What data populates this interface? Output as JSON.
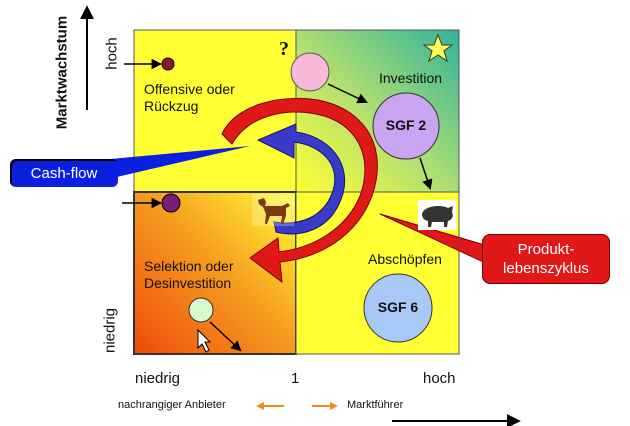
{
  "y_axis": {
    "title": "Marktwachstum",
    "high": "hoch",
    "low": "niedrig"
  },
  "x_axis": {
    "low": "niedrig",
    "mid": "1",
    "high": "hoch",
    "left_note": "nachrangiger Anbieter",
    "right_note": "Marktführer"
  },
  "quadrants": {
    "top_left": {
      "label_line1": "Offensive oder",
      "label_line2": "Rückzug",
      "symbol": "?"
    },
    "top_right": {
      "label": "Investition",
      "symbol": "star"
    },
    "bottom_left": {
      "label_line1": "Selektion oder",
      "label_line2": "Desinvestition",
      "symbol": "dog"
    },
    "bottom_right": {
      "label": "Abschöpfen",
      "symbol": "pig"
    }
  },
  "circles": [
    {
      "label": "SGF 2",
      "color": "#c9a4f0"
    },
    {
      "label": "SGF 6",
      "color": "#a8c8f8"
    }
  ],
  "callouts": {
    "cash_flow": "Cash-flow",
    "product_line1": "Produkt-",
    "product_line2": "lebenszyklus"
  },
  "colors": {
    "quadrant_yellow": "#ffff33",
    "green": "#4cc39a",
    "orange": "#f06010",
    "red_arrow": "#e11818",
    "blue_arrow": "#3a3ac8",
    "callout_blue": "#0a1fe0",
    "callout_red": "#e01818",
    "dot": "#8b1a1a"
  }
}
